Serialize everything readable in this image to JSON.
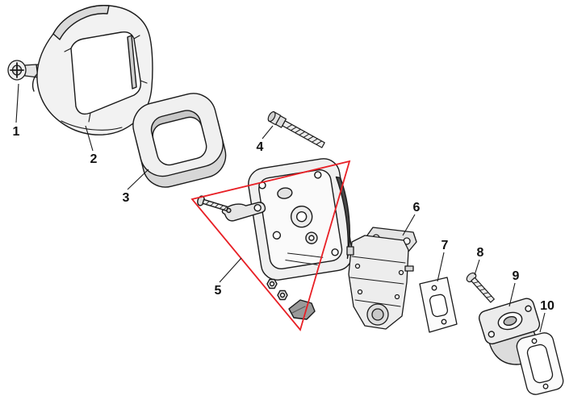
{
  "diagram": {
    "part_labels": [
      "1",
      "2",
      "3",
      "4",
      "5",
      "6",
      "7",
      "8",
      "9",
      "10"
    ],
    "highlighted_part": "5",
    "colors": {
      "background": "#ffffff",
      "line": "#1a1a1a",
      "highlight_red": "#e81f25"
    }
  }
}
